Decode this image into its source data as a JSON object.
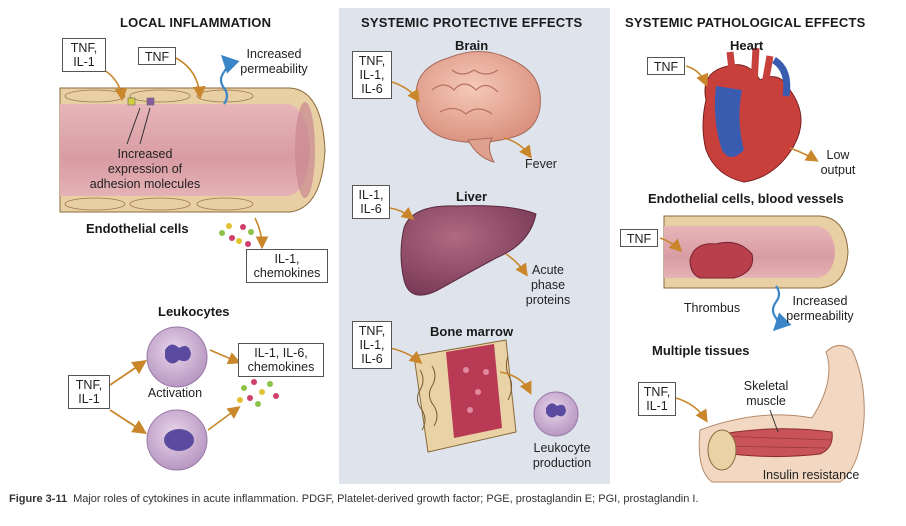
{
  "headings": {
    "local": "LOCAL INFLAMMATION",
    "systemic_protective": "SYSTEMIC PROTECTIVE EFFECTS",
    "systemic_pathological": "SYSTEMIC PATHOLOGICAL EFFECTS"
  },
  "local": {
    "box_tnf_il1": "TNF,\nIL-1",
    "box_tnf": "TNF",
    "increased_permeability": "Increased\npermeability",
    "adhesion": "Increased\nexpression of\nadhesion molecules",
    "endothelial_cells": "Endothelial cells",
    "box_il1_chemokines": "IL-1,\nchemokines",
    "leukocytes_title": "Leukocytes",
    "activation": "Activation",
    "box_leuk_tnf_il1": "TNF,\nIL-1",
    "box_il1_il6_chemokines": "IL-1, IL-6,\nchemokines"
  },
  "protective": {
    "brain_title": "Brain",
    "brain_box": "TNF,\nIL-1,\nIL-6",
    "fever": "Fever",
    "liver_title": "Liver",
    "liver_box": "IL-1,\nIL-6",
    "acute_phase": "Acute\nphase\nproteins",
    "marrow_title": "Bone marrow",
    "marrow_box": "TNF,\nIL-1,\nIL-6",
    "leukocyte_production": "Leukocyte\nproduction"
  },
  "pathological": {
    "heart_title": "Heart",
    "heart_box": "TNF",
    "low_output": "Low\noutput",
    "vessels_title": "Endothelial cells, blood vessels",
    "vessels_box": "TNF",
    "thrombus": "Thrombus",
    "increased_permeability": "Increased\npermeability",
    "tissues_title": "Multiple tissues",
    "tissues_box": "TNF,\nIL-1",
    "skeletal_muscle": "Skeletal\nmuscle",
    "insulin_resistance": "Insulin resistance"
  },
  "caption": {
    "figure_number": "Figure 3-11",
    "text": "Major roles of cytokines in acute inflammation. PDGF, Platelet-derived growth factor; PGE, prostaglandin E; PGI, prostaglandin I."
  },
  "colors": {
    "panel_background": "#dfe4ec",
    "vessel_wall": "#e8cfa4",
    "vessel_lumen": "#d9a3a8",
    "arrow_orange": "#c9862b",
    "permeability_blue": "#3a86c8"
  }
}
